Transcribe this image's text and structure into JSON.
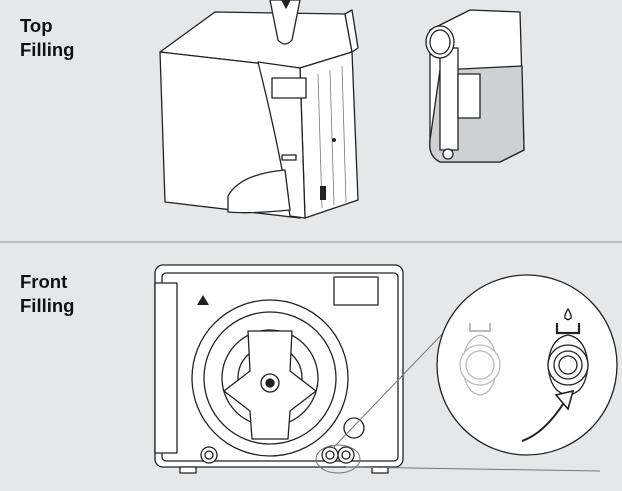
{
  "sections": [
    {
      "line1": "Top",
      "line2": "Filling"
    },
    {
      "line1": "Front",
      "line2": "Filling"
    }
  ],
  "colors": {
    "background": "#e6e7e8",
    "divider": "#bcbec0",
    "outline": "#222222",
    "device_fill": "#ffffff",
    "tank_fill": "#cfd0d2",
    "text": "#111111"
  },
  "icons": [
    "water-drop-icon",
    "tank-icon",
    "drain-icon",
    "arrow-icon",
    "warning-icon"
  ]
}
